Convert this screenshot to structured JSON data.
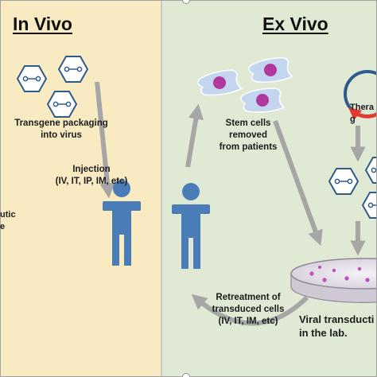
{
  "panels": {
    "in_vivo": {
      "title": "In Vivo",
      "packaging_label": "Transgene packaging\ninto virus",
      "injection_label": "Injection\n(IV, IT, IP, IM, etc)",
      "therapeutic_fragment": "utic\ne"
    },
    "ex_vivo": {
      "title": "Ex Vivo",
      "stem_cells_label": "Stem cells\nremoved\nfrom patients",
      "retreatment_label": "Retreatment of\ntransduced cells\n(IV, IT, IM, etc)",
      "transduction_label": "Viral transducti\nin the lab.",
      "therapeutic_fragment": "Thera\ng"
    }
  },
  "colors": {
    "in_vivo_bg": "#f8ebc2",
    "ex_vivo_bg": "#dfe9d4",
    "person": "#4a7db8",
    "virus_outline": "#2f5b8c",
    "arrow": "#a6a6a6",
    "cell_body": "#c4d6ef",
    "nucleus": "#b0399c",
    "plasmid_arrow": "#e33a2e"
  }
}
